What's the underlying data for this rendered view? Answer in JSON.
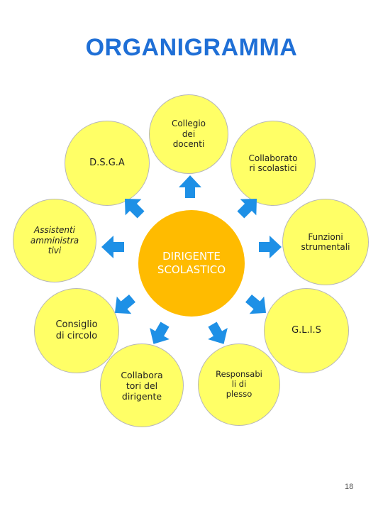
{
  "title": "ORGANIGRAMMA",
  "center": {
    "label": "DIRIGENTE\nSCOLASTICO",
    "color": "#ffbb00"
  },
  "nodes": [
    {
      "id": "collegio",
      "label": "Collegio\ndei\ndocenti"
    },
    {
      "id": "collaboratori-scolastici",
      "label": "Collaborato\nri scolastici"
    },
    {
      "id": "dsga",
      "label": "D.S.G.A"
    },
    {
      "id": "assistenti",
      "label": "Assistenti\namministra\ntivi"
    },
    {
      "id": "funzioni",
      "label": "Funzioni\nstrumentali"
    },
    {
      "id": "consiglio",
      "label": "Consiglio\ndi circolo"
    },
    {
      "id": "glis",
      "label": "G.L.I.S"
    },
    {
      "id": "collaboratori-dirigente",
      "label": "Collabora\ntori del\ndirigente"
    },
    {
      "id": "responsabili",
      "label": "Responsabi\nli di\nplesso"
    }
  ],
  "colors": {
    "title": "#1f6fd6",
    "node_fill": "#ffff66",
    "arrow_fill": "#1e90e6"
  },
  "page_number": "18"
}
